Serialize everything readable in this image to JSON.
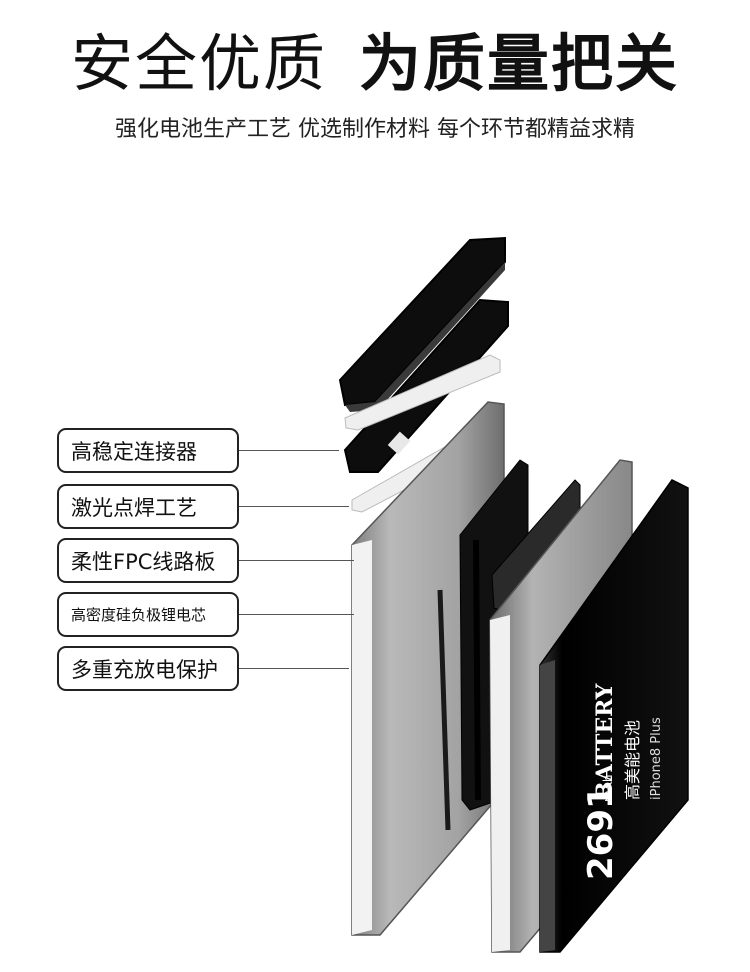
{
  "header": {
    "title_light": "安全优质",
    "title_bold": "为质量把关",
    "subtitle": "强化电池生产工艺 优选制作材料 每个环节都精益求精"
  },
  "features": [
    {
      "label": "高稳定连接器"
    },
    {
      "label": "激光点焊工艺"
    },
    {
      "label": "柔性FPC线路板"
    },
    {
      "label": "高密度硅负极锂电芯"
    },
    {
      "label": "多重充放电保护"
    }
  ],
  "battery": {
    "brand": "BATTERY",
    "chinese_brand": "高美能电池",
    "model": "iPhone8 Plus",
    "capacity": "2691",
    "capacity_unit": "mAh",
    "colors": {
      "cell": "#0b0b0b",
      "frame": "#d8d8d8",
      "frame_shade": "#9a9a9a"
    }
  }
}
